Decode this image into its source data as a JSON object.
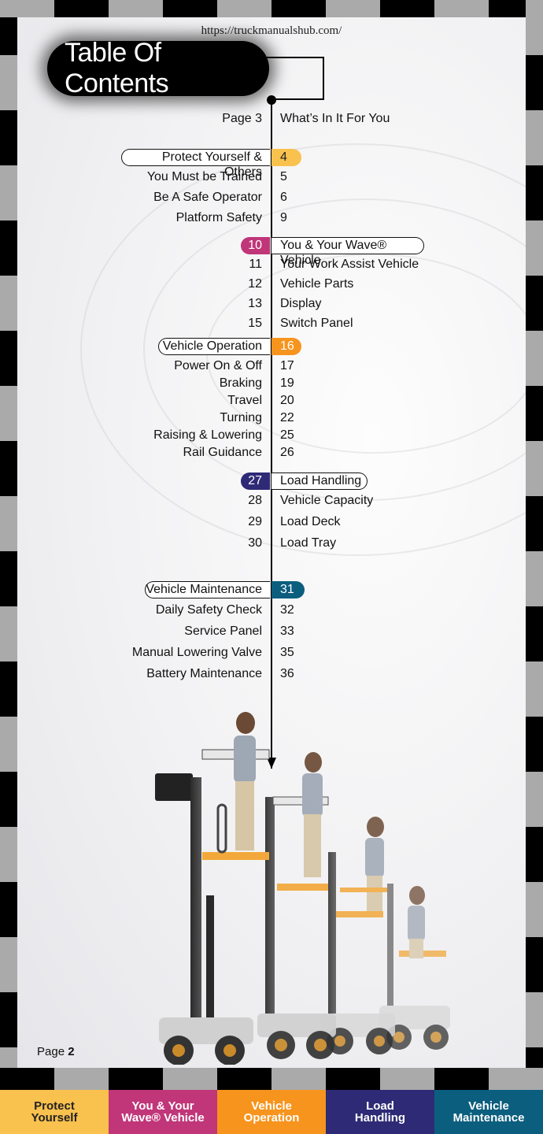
{
  "url": "https://truckmanualshub.com/",
  "title": "Table Of Contents",
  "colors": {
    "protect": "#f9c14e",
    "wave": "#c03679",
    "operation": "#f7941d",
    "load": "#2e2a76",
    "maintenance": "#0c5e7e"
  },
  "intro": {
    "left": "Page 3",
    "right": "What’s In It For You"
  },
  "sections": {
    "protect": {
      "label": "Protect Yourself & Others",
      "page": "4"
    },
    "wave": {
      "page": "10",
      "label": "You & Your Wave® Vehicle"
    },
    "operation": {
      "label": "Vehicle Operation",
      "page": "16"
    },
    "load": {
      "page": "27",
      "label": "Load Handling"
    },
    "maintenance": {
      "label": "Vehicle Maintenance",
      "page": "31"
    }
  },
  "protect_items": [
    {
      "label": "You Must be Trained",
      "page": "5"
    },
    {
      "label": "Be A Safe Operator",
      "page": "6"
    },
    {
      "label": "Platform Safety",
      "page": "9"
    }
  ],
  "wave_items": [
    {
      "page": "11",
      "label": "Your Work Assist Vehicle"
    },
    {
      "page": "12",
      "label": "Vehicle Parts"
    },
    {
      "page": "13",
      "label": "Display"
    },
    {
      "page": "15",
      "label": "Switch Panel"
    }
  ],
  "operation_items": [
    {
      "label": "Power On & Off",
      "page": "17"
    },
    {
      "label": "Braking",
      "page": "19"
    },
    {
      "label": "Travel",
      "page": "20"
    },
    {
      "label": "Turning",
      "page": "22"
    },
    {
      "label": "Raising & Lowering",
      "page": "25"
    },
    {
      "label": "Rail Guidance",
      "page": "26"
    }
  ],
  "load_items": [
    {
      "page": "28",
      "label": "Vehicle Capacity"
    },
    {
      "page": "29",
      "label": "Load Deck"
    },
    {
      "page": "30",
      "label": "Load Tray"
    }
  ],
  "maintenance_items": [
    {
      "label": "Daily Safety Check",
      "page": "32"
    },
    {
      "label": "Service Panel",
      "page": "33"
    },
    {
      "label": "Manual Lowering Valve",
      "page": "35"
    },
    {
      "label": "Battery Maintenance",
      "page": "36"
    }
  ],
  "page_footer": {
    "prefix": "Page ",
    "number": "2"
  },
  "tabs": [
    {
      "line1": "Protect",
      "line2": "Yourself",
      "color": "#f9c14e",
      "text_color": "#222222"
    },
    {
      "line1": "You & Your",
      "line2": "Wave® Vehicle",
      "color": "#c03679",
      "text_color": "#ffffff"
    },
    {
      "line1": "Vehicle",
      "line2": "Operation",
      "color": "#f7941d",
      "text_color": "#ffffff"
    },
    {
      "line1": "Load",
      "line2": "Handling",
      "color": "#2e2a76",
      "text_color": "#ffffff"
    },
    {
      "line1": "Vehicle",
      "line2": "Maintenance",
      "color": "#0c5e7e",
      "text_color": "#ffffff"
    }
  ]
}
